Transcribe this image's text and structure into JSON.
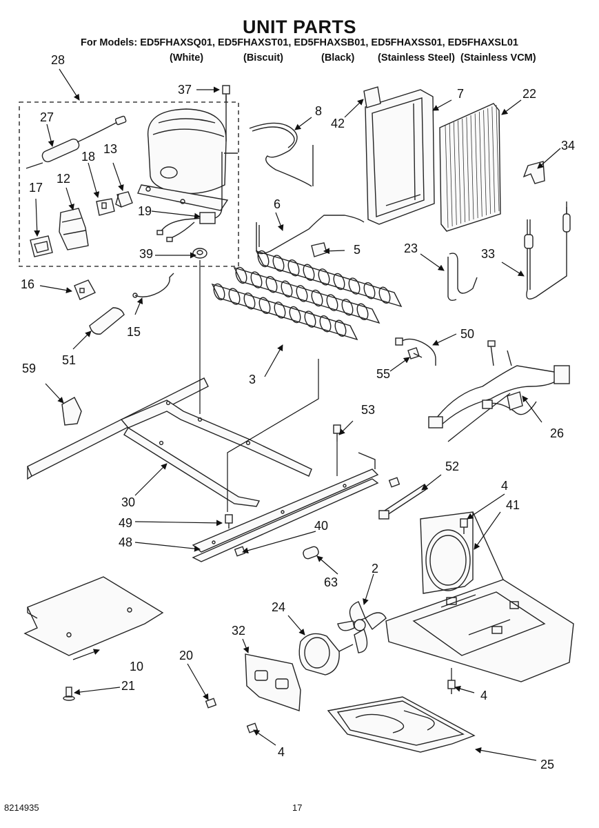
{
  "header": {
    "title": "UNIT PARTS",
    "models_line": "For Models: ED5FHAXSQ01, ED5FHAXST01, ED5FHAXSB01, ED5FHAXSS01, ED5FHAXSL01",
    "variants": [
      "(White)",
      "(Biscuit)",
      "(Black)",
      "(Stainless Steel)",
      "(Stainless VCM)"
    ]
  },
  "callouts": [
    "28",
    "37",
    "27",
    "8",
    "42",
    "7",
    "22",
    "18",
    "13",
    "12",
    "17",
    "34",
    "19",
    "6",
    "5",
    "39",
    "23",
    "33",
    "16",
    "15",
    "51",
    "50",
    "55",
    "3",
    "59",
    "26",
    "53",
    "52",
    "4",
    "41",
    "30",
    "49",
    "40",
    "48",
    "2",
    "63",
    "24",
    "32",
    "20",
    "10",
    "21",
    "4",
    "4",
    "25"
  ],
  "footer": {
    "doc_number": "8214935",
    "page_number": "17"
  },
  "colors": {
    "ink": "#111111",
    "background": "#ffffff"
  }
}
